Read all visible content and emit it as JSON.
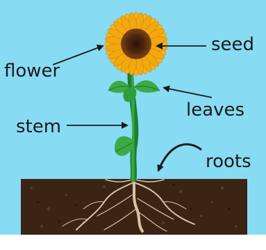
{
  "colors": {
    "sky": "#87DBF3",
    "soil": "#3B2414",
    "stem": "#2E9E3A",
    "leaf": "#3DAA45",
    "petal": "#F6B716",
    "seed_head": "#5A2F12",
    "root": "#D9C3A6",
    "text": "#1A1A1A"
  },
  "labels": {
    "flower": "flower",
    "seed": "seed",
    "leaves": "leaves",
    "stem": "stem",
    "roots": "roots"
  },
  "icons": [
    "sunflower-icon",
    "arrow-icon"
  ]
}
